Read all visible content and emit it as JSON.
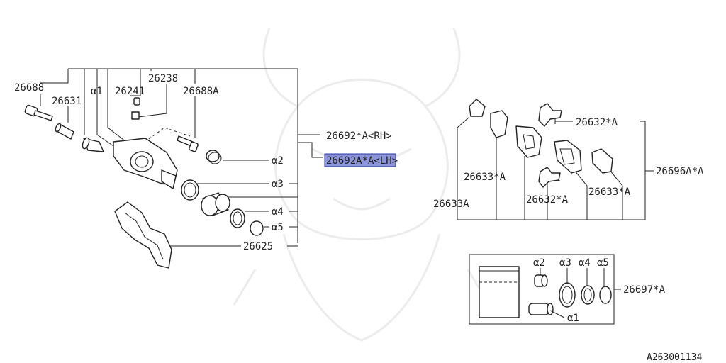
{
  "parts": {
    "p26688": "26688",
    "p26631": "26631",
    "pa1": "α1",
    "p26241": "26241",
    "p26238": "26238",
    "p26688A": "26688A",
    "p26692_rh": "26692*A<RH>",
    "p26692A_lh": "26692A*A<LH>",
    "pa2": "α2",
    "pa3": "α3",
    "pa4": "α4",
    "pa5": "α5",
    "p26625": "26625",
    "p26632_top": "26632*A",
    "p26633_left": "26633*A",
    "p26632_mid": "26632*A",
    "p26633_right": "26633*A",
    "p26633A": "26633A",
    "p26696A": "26696A*A",
    "p26697": "26697*A",
    "kit_a1": "α1",
    "kit_a2": "α2",
    "kit_a3": "α3",
    "kit_a4": "α4",
    "kit_a5": "α5"
  },
  "highlight": {
    "part": "26692A*A",
    "color": "#8c95d9"
  },
  "footer": {
    "code": "A263001134"
  }
}
